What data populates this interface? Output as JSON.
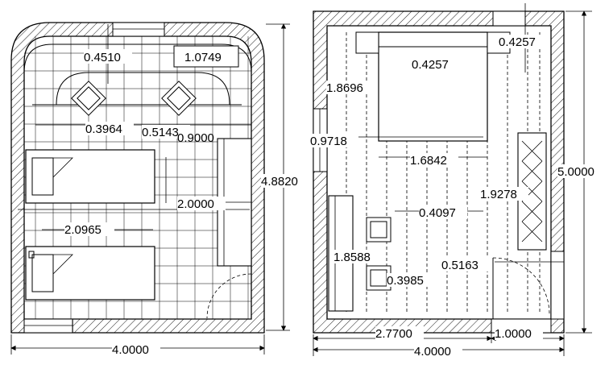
{
  "left_plan": {
    "dims": {
      "d_04510": "0.4510",
      "d_10749": "1.0749",
      "d_03964": "0.3964",
      "d_05143": "0.5143",
      "d_09000": "0.9000",
      "d_20000": "2.0000",
      "d_20965": "2.0965",
      "d_48820": "4.8820",
      "d_40000": "4.0000"
    }
  },
  "right_plan": {
    "dims": {
      "d_04257a": "0.4257",
      "d_04257b": "0.4257",
      "d_18696": "1.8696",
      "d_09718": "0.9718",
      "d_16842": "1.6842",
      "d_19278": "1.9278",
      "d_04097": "0.4097",
      "d_18588": "1.8588",
      "d_03985": "0.3985",
      "d_05163": "0.5163",
      "d_50000": "5.0000",
      "d_27700": "2.7700",
      "d_10000": "1.0000",
      "d_40000": "4.0000"
    }
  }
}
